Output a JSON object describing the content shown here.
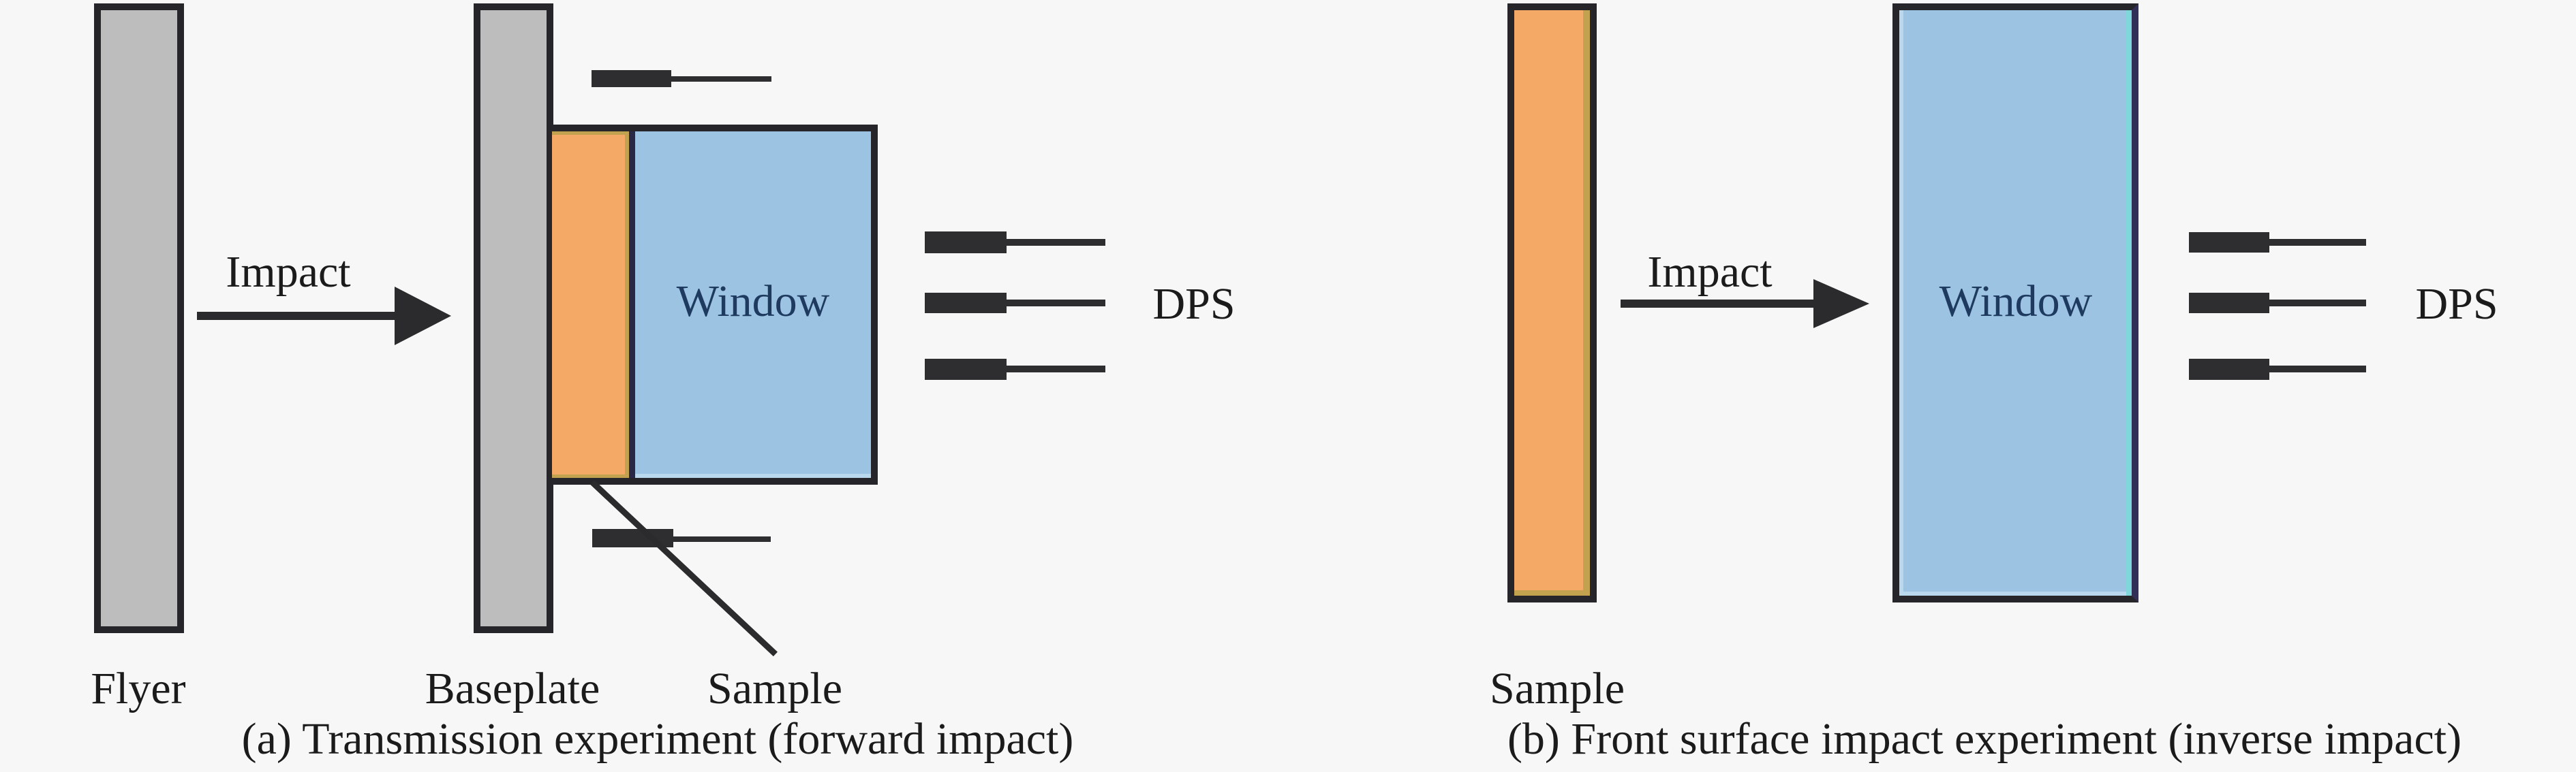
{
  "figure": {
    "description_hint": "Two-panel physics experiment schematic"
  },
  "colors": {
    "background": "#f7f7f7",
    "stroke_dark": "#26262a",
    "plate_gray": "#bdbdbd",
    "sample_orange": "#f5a966",
    "sample_olive_edge": "#c2a24f",
    "window_blue": "#9cc3e1",
    "window_text_navy": "#1e3a5e",
    "window_right_edge_navy": "#312f58",
    "window_cyan_inner_edge": "#7ed7da",
    "label_text": "#1b1b1b"
  },
  "diagram_a": {
    "impact_label": "Impact",
    "window_label": "Window",
    "dps_label": "DPS",
    "flyer_label": "Flyer",
    "baseplate_label": "Baseplate",
    "sample_label": "Sample",
    "caption": "(a) Transmission experiment (forward impact)",
    "dps_probe_count": 3,
    "extra_probe_positions": [
      "top",
      "bottom"
    ]
  },
  "diagram_b": {
    "impact_label": "Impact",
    "window_label": "Window",
    "dps_label": "DPS",
    "sample_label": "Sample",
    "caption": "(b) Front surface impact experiment (inverse impact)",
    "dps_probe_count": 3
  }
}
